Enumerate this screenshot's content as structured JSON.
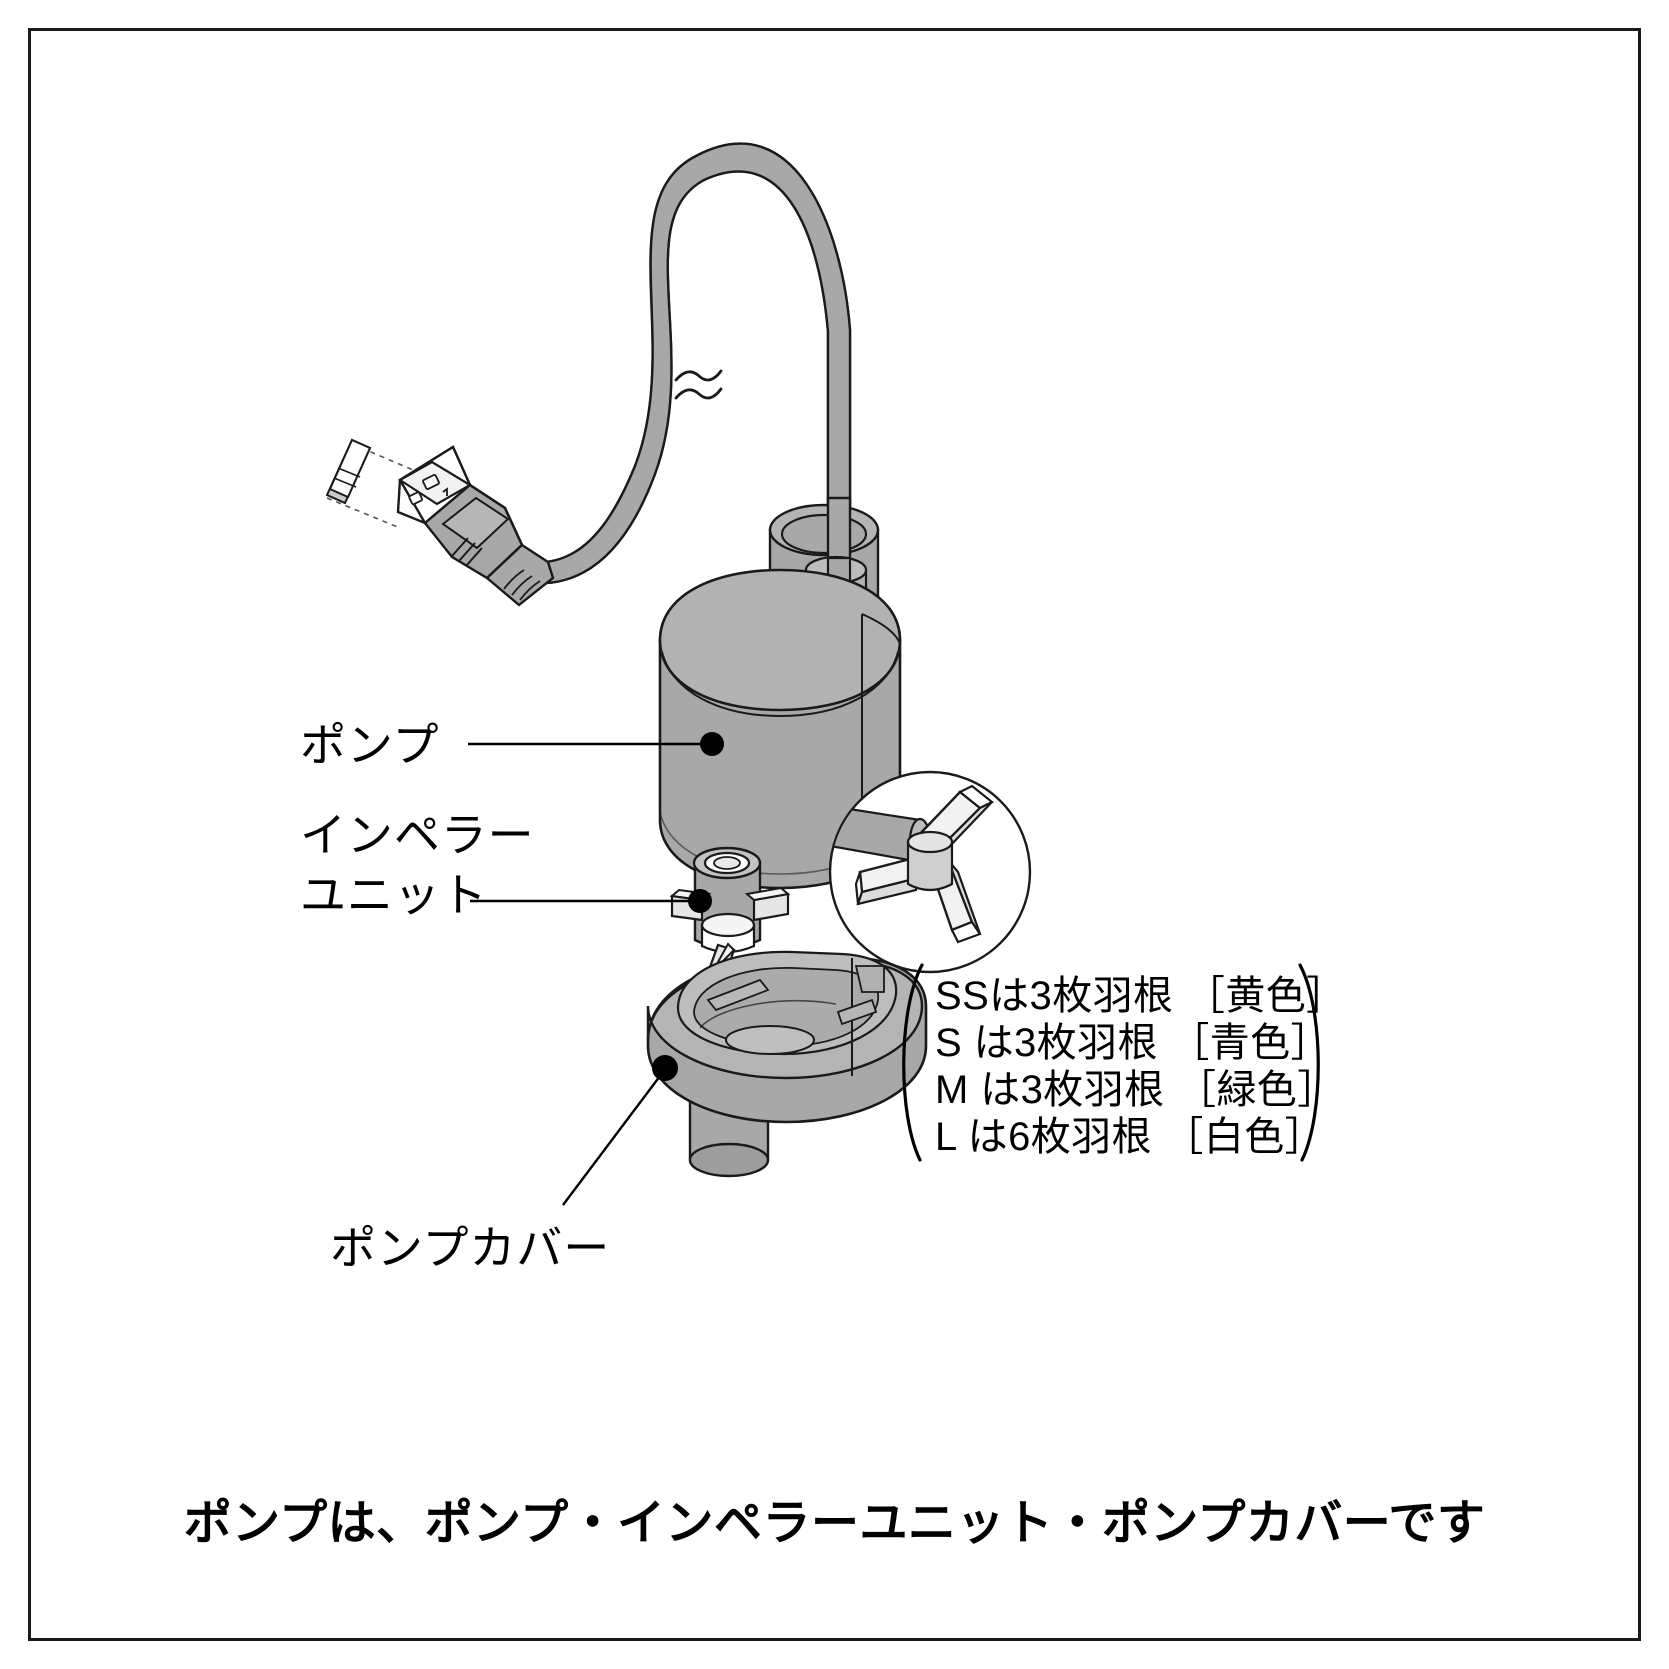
{
  "diagram": {
    "title_caption": "ポンプは、ポンプ・インペラーユニット・ポンプカバーです",
    "callouts": {
      "pump": "ポンプ",
      "impeller_line1": "インペラー",
      "impeller_line2": "ユニット",
      "pump_cover": "ポンプカバー"
    },
    "bracket_note": {
      "rows": [
        "SSは3枚羽根 ［黄色］",
        "S は3枚羽根 ［青色］",
        "M は3枚羽根 ［緑色］",
        "L は6枚羽根 ［白色］"
      ]
    },
    "colors": {
      "part_fill": "#a8a8a8",
      "part_fill_light": "#c4c4c4",
      "part_fill_dark": "#9a9a9a",
      "outline": "#1a1a1a",
      "white": "#ffffff",
      "frame": "#1a1a1a"
    },
    "icon_names": {
      "usb_connector": "usb-connector-icon",
      "pump_body": "pump-body-icon",
      "impeller_unit": "impeller-unit-icon",
      "pump_cover": "pump-cover-icon",
      "detail_circle": "impeller-detail-circle-icon",
      "cable": "usb-cable-icon"
    }
  }
}
